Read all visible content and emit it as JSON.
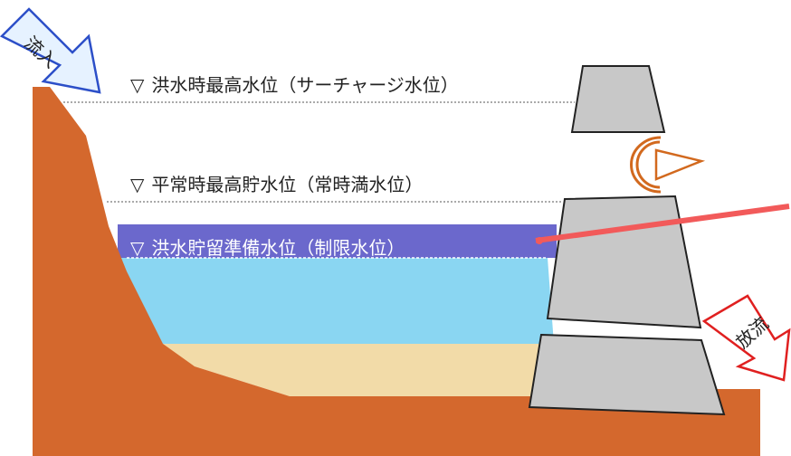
{
  "levels": {
    "surcharge": "洪水時最高水位（サーチャージ水位）",
    "normal": "平常時最高貯水位（常時満水位）",
    "flood_control": "洪水貯留準備水位（制限水位）",
    "marker": "▽"
  },
  "arrows": {
    "inflow": "流入",
    "outflow": "放流"
  },
  "colors": {
    "ground": "#d4682d",
    "water": "#8ad6f2",
    "sediment": "#f2dba8",
    "flood_band": "#6b68cc",
    "dam_fill": "#c8c8c8",
    "outline": "#222222",
    "pointer": "#f25a5a",
    "inflow_arrow": "#2c4fc8",
    "outflow_arrow": "#e02020",
    "gate": "#d2691e"
  },
  "icons": {
    "gate": "radial-gate-icon",
    "inflow": "arrow-down-right-icon",
    "outflow": "arrow-down-right-icon",
    "marker": "triangle-down-icon"
  }
}
